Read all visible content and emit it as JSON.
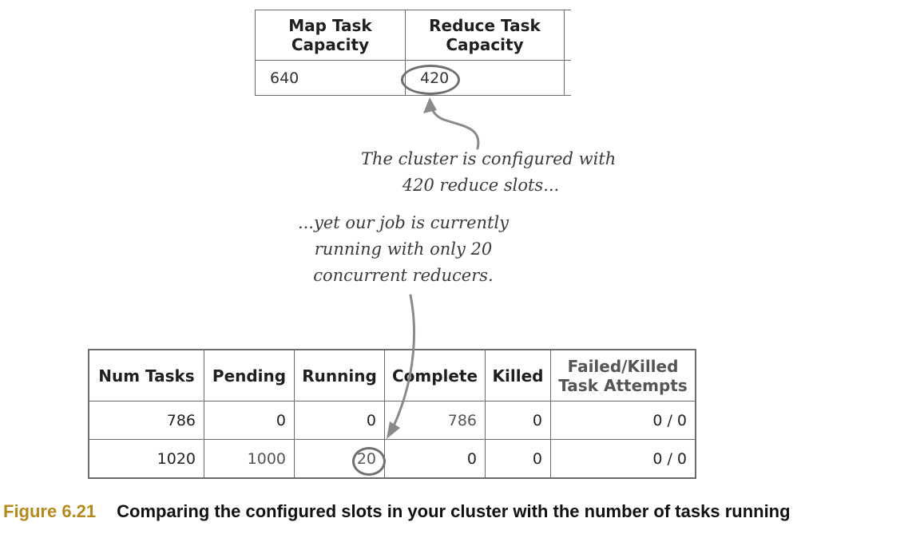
{
  "capacity_table": {
    "headers": [
      "Map Task\nCapacity",
      "Reduce Task\nCapacity"
    ],
    "header_lines": [
      [
        "Map Task",
        "Capacity"
      ],
      [
        "Reduce Task",
        "Capacity"
      ]
    ],
    "values": [
      "640",
      "420"
    ]
  },
  "annotations": {
    "note1": [
      "The cluster is configured with",
      "420 reduce slots..."
    ],
    "note2": [
      "...yet our job is currently",
      "running with only 20",
      "concurrent reducers."
    ]
  },
  "task_table": {
    "headers": {
      "num_tasks": "Num Tasks",
      "pending": "Pending",
      "running": "Running",
      "complete": "Complete",
      "killed": "Killed",
      "failed_line1": "Failed/Killed",
      "failed_line2": "Task Attempts"
    },
    "rows": [
      {
        "num_tasks": "786",
        "pending": "0",
        "running": "0",
        "complete": "786",
        "killed": "0",
        "failed": "0 / 0"
      },
      {
        "num_tasks": "1020",
        "pending": "1000",
        "running": "20",
        "complete": "0",
        "killed": "0",
        "failed": "0 / 0"
      }
    ]
  },
  "caption": {
    "number": "Figure 6.21",
    "text": "Comparing the configured slots in your cluster with the number of tasks running"
  }
}
